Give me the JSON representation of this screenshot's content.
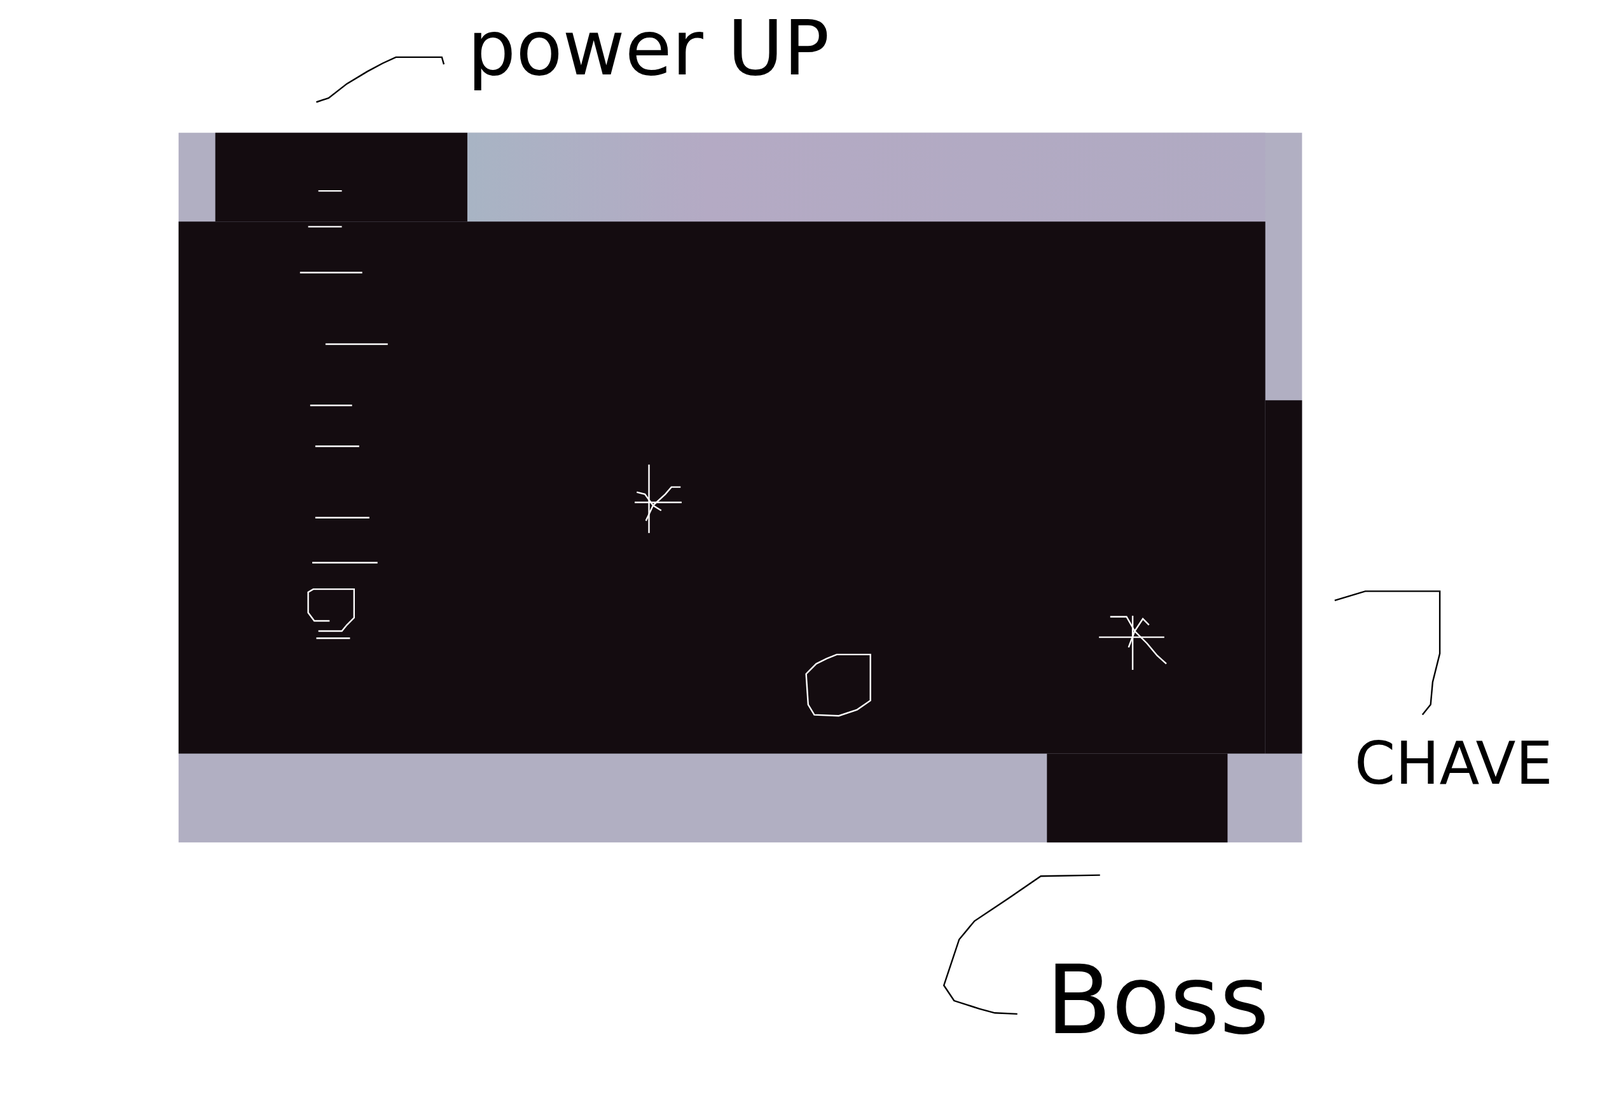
{
  "diagram": {
    "labels": [
      "power UP",
      "CHAVE",
      "Boss"
    ]
  }
}
